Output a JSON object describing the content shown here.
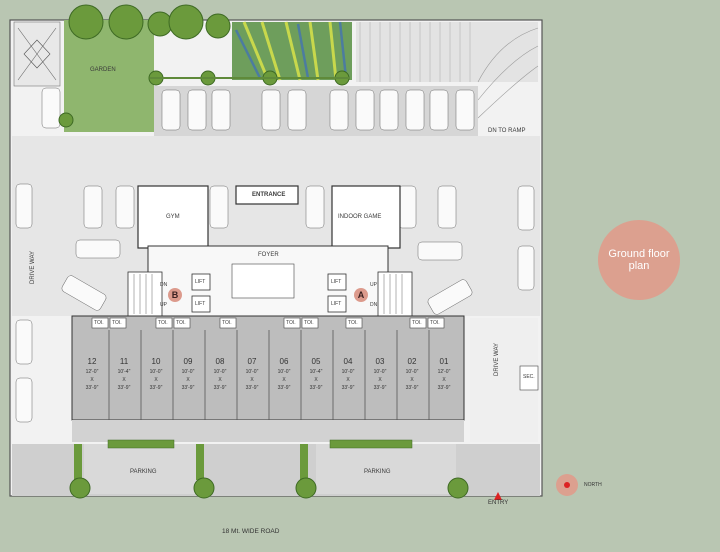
{
  "title_badge": "Ground floor plan",
  "rooms": {
    "garden": "GARDEN",
    "entrance": "ENTRANCE",
    "gym": "GYM",
    "indoor_game": "INDOOR GAME",
    "foyer": "FOYER",
    "ramp": "DN TO RAMP",
    "driveway_left": "DRIVE WAY",
    "driveway_right": "DRIVE WAY",
    "parking_left": "PARKING",
    "parking_right": "PARKING",
    "sec": "SEC.",
    "lift": "LIFT",
    "toilet": "TOI.",
    "dn": "DN",
    "up": "UP"
  },
  "stairs": {
    "a": "A",
    "b": "B"
  },
  "shops": [
    {
      "no": "12",
      "w": "12'-0\"",
      "x": "X",
      "d": "33'-9\""
    },
    {
      "no": "11",
      "w": "10'-4\"",
      "x": "X",
      "d": "33'-9\""
    },
    {
      "no": "10",
      "w": "10'-0\"",
      "x": "X",
      "d": "33'-9\""
    },
    {
      "no": "09",
      "w": "10'-0\"",
      "x": "X",
      "d": "33'-9\""
    },
    {
      "no": "08",
      "w": "10'-0\"",
      "x": "X",
      "d": "33'-9\""
    },
    {
      "no": "07",
      "w": "10'-0\"",
      "x": "X",
      "d": "33'-9\""
    },
    {
      "no": "06",
      "w": "10'-0\"",
      "x": "X",
      "d": "33'-9\""
    },
    {
      "no": "05",
      "w": "10'-4\"",
      "x": "X",
      "d": "33'-9\""
    },
    {
      "no": "04",
      "w": "10'-0\"",
      "x": "X",
      "d": "33'-9\""
    },
    {
      "no": "03",
      "w": "10'-0\"",
      "x": "X",
      "d": "33'-9\""
    },
    {
      "no": "02",
      "w": "10'-0\"",
      "x": "X",
      "d": "33'-9\""
    },
    {
      "no": "01",
      "w": "12'-0\"",
      "x": "X",
      "d": "33'-9\""
    }
  ],
  "road": "18 Mt. WIDE ROAD",
  "entry": "ENTRY",
  "north": "NORTH",
  "colors": {
    "background": "#b9c6b2",
    "garden": "#8fb66e",
    "badge": "#dca08f",
    "room": "#ffffff",
    "paving": "#dcdcdc",
    "shop": "#bdbdbd"
  }
}
